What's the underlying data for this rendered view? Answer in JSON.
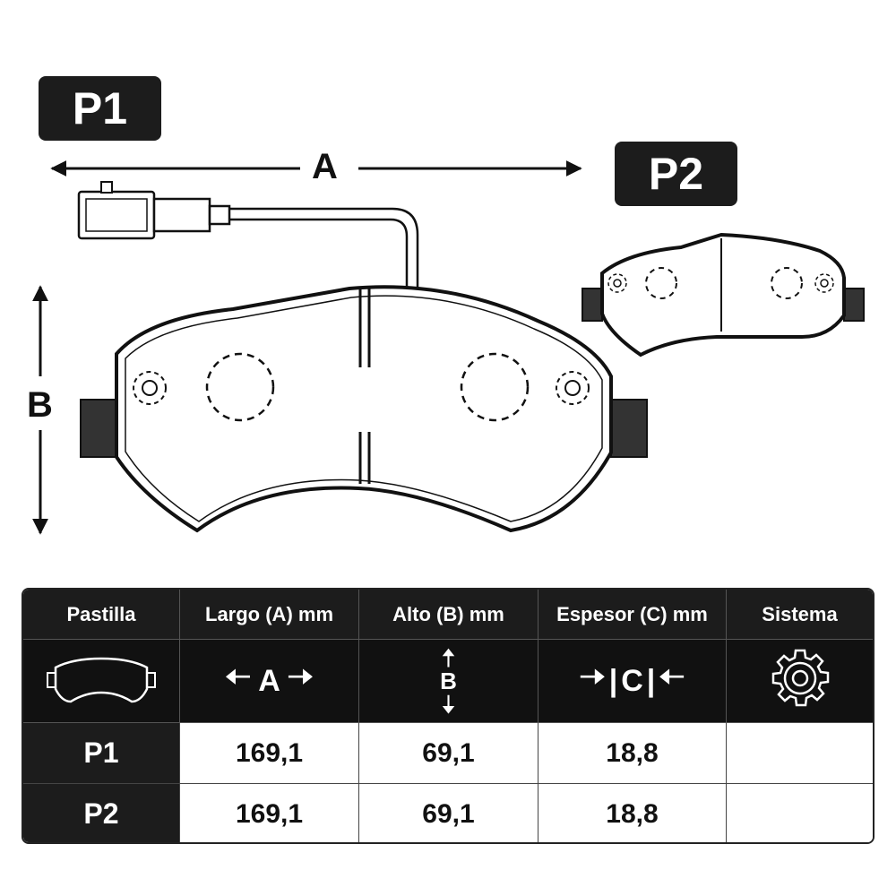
{
  "badges": {
    "p1": "P1",
    "p2": "P2"
  },
  "dimensions": {
    "a": "A",
    "b": "B"
  },
  "table": {
    "headers": [
      "Pastilla",
      "Largo (A) mm",
      "Alto (B) mm",
      "Espesor (C) mm",
      "Sistema"
    ],
    "icon_labels": {
      "a": "A",
      "b": "B",
      "c": "C"
    },
    "icons": [
      "brake-pad-icon",
      "width-arrows-icon",
      "height-arrows-icon",
      "thickness-arrows-icon",
      "gear-icon"
    ],
    "rows": [
      {
        "pad": "P1",
        "largo": "169,1",
        "alto": "69,1",
        "espesor": "18,8",
        "sistema": ""
      },
      {
        "pad": "P2",
        "largo": "169,1",
        "alto": "69,1",
        "espesor": "18,8",
        "sistema": ""
      }
    ]
  }
}
